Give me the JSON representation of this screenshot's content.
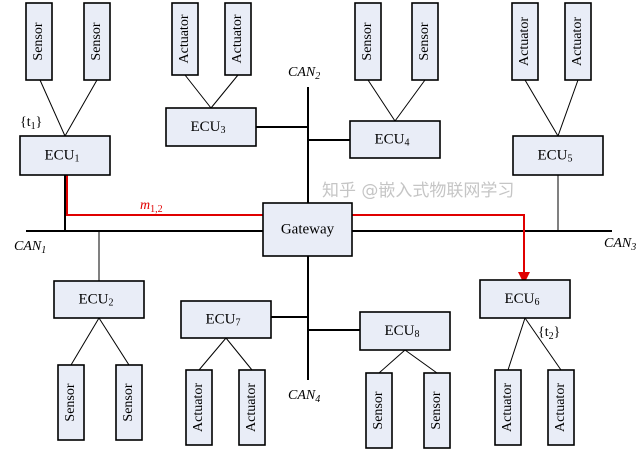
{
  "diagram": {
    "buses": {
      "can1": "CAN",
      "can1_sub": "1",
      "can2": "CAN",
      "can2_sub": "2",
      "can3": "CAN",
      "can3_sub": "3",
      "can4": "CAN",
      "can4_sub": "4"
    },
    "gateway": "Gateway",
    "ecu_label": "ECU",
    "ecu_subs": [
      "1",
      "2",
      "3",
      "4",
      "5",
      "6",
      "7",
      "8"
    ],
    "sensor": "Sensor",
    "actuator": "Actuator",
    "task1": "{t",
    "task1_sub": "1",
    "task1_close": "}",
    "task2": "{t",
    "task2_sub": "2",
    "task2_close": "}",
    "message": "m",
    "message_sub": "1,2",
    "message_color": "#e00000",
    "watermark": "知乎 @嵌入式物联网学习"
  }
}
